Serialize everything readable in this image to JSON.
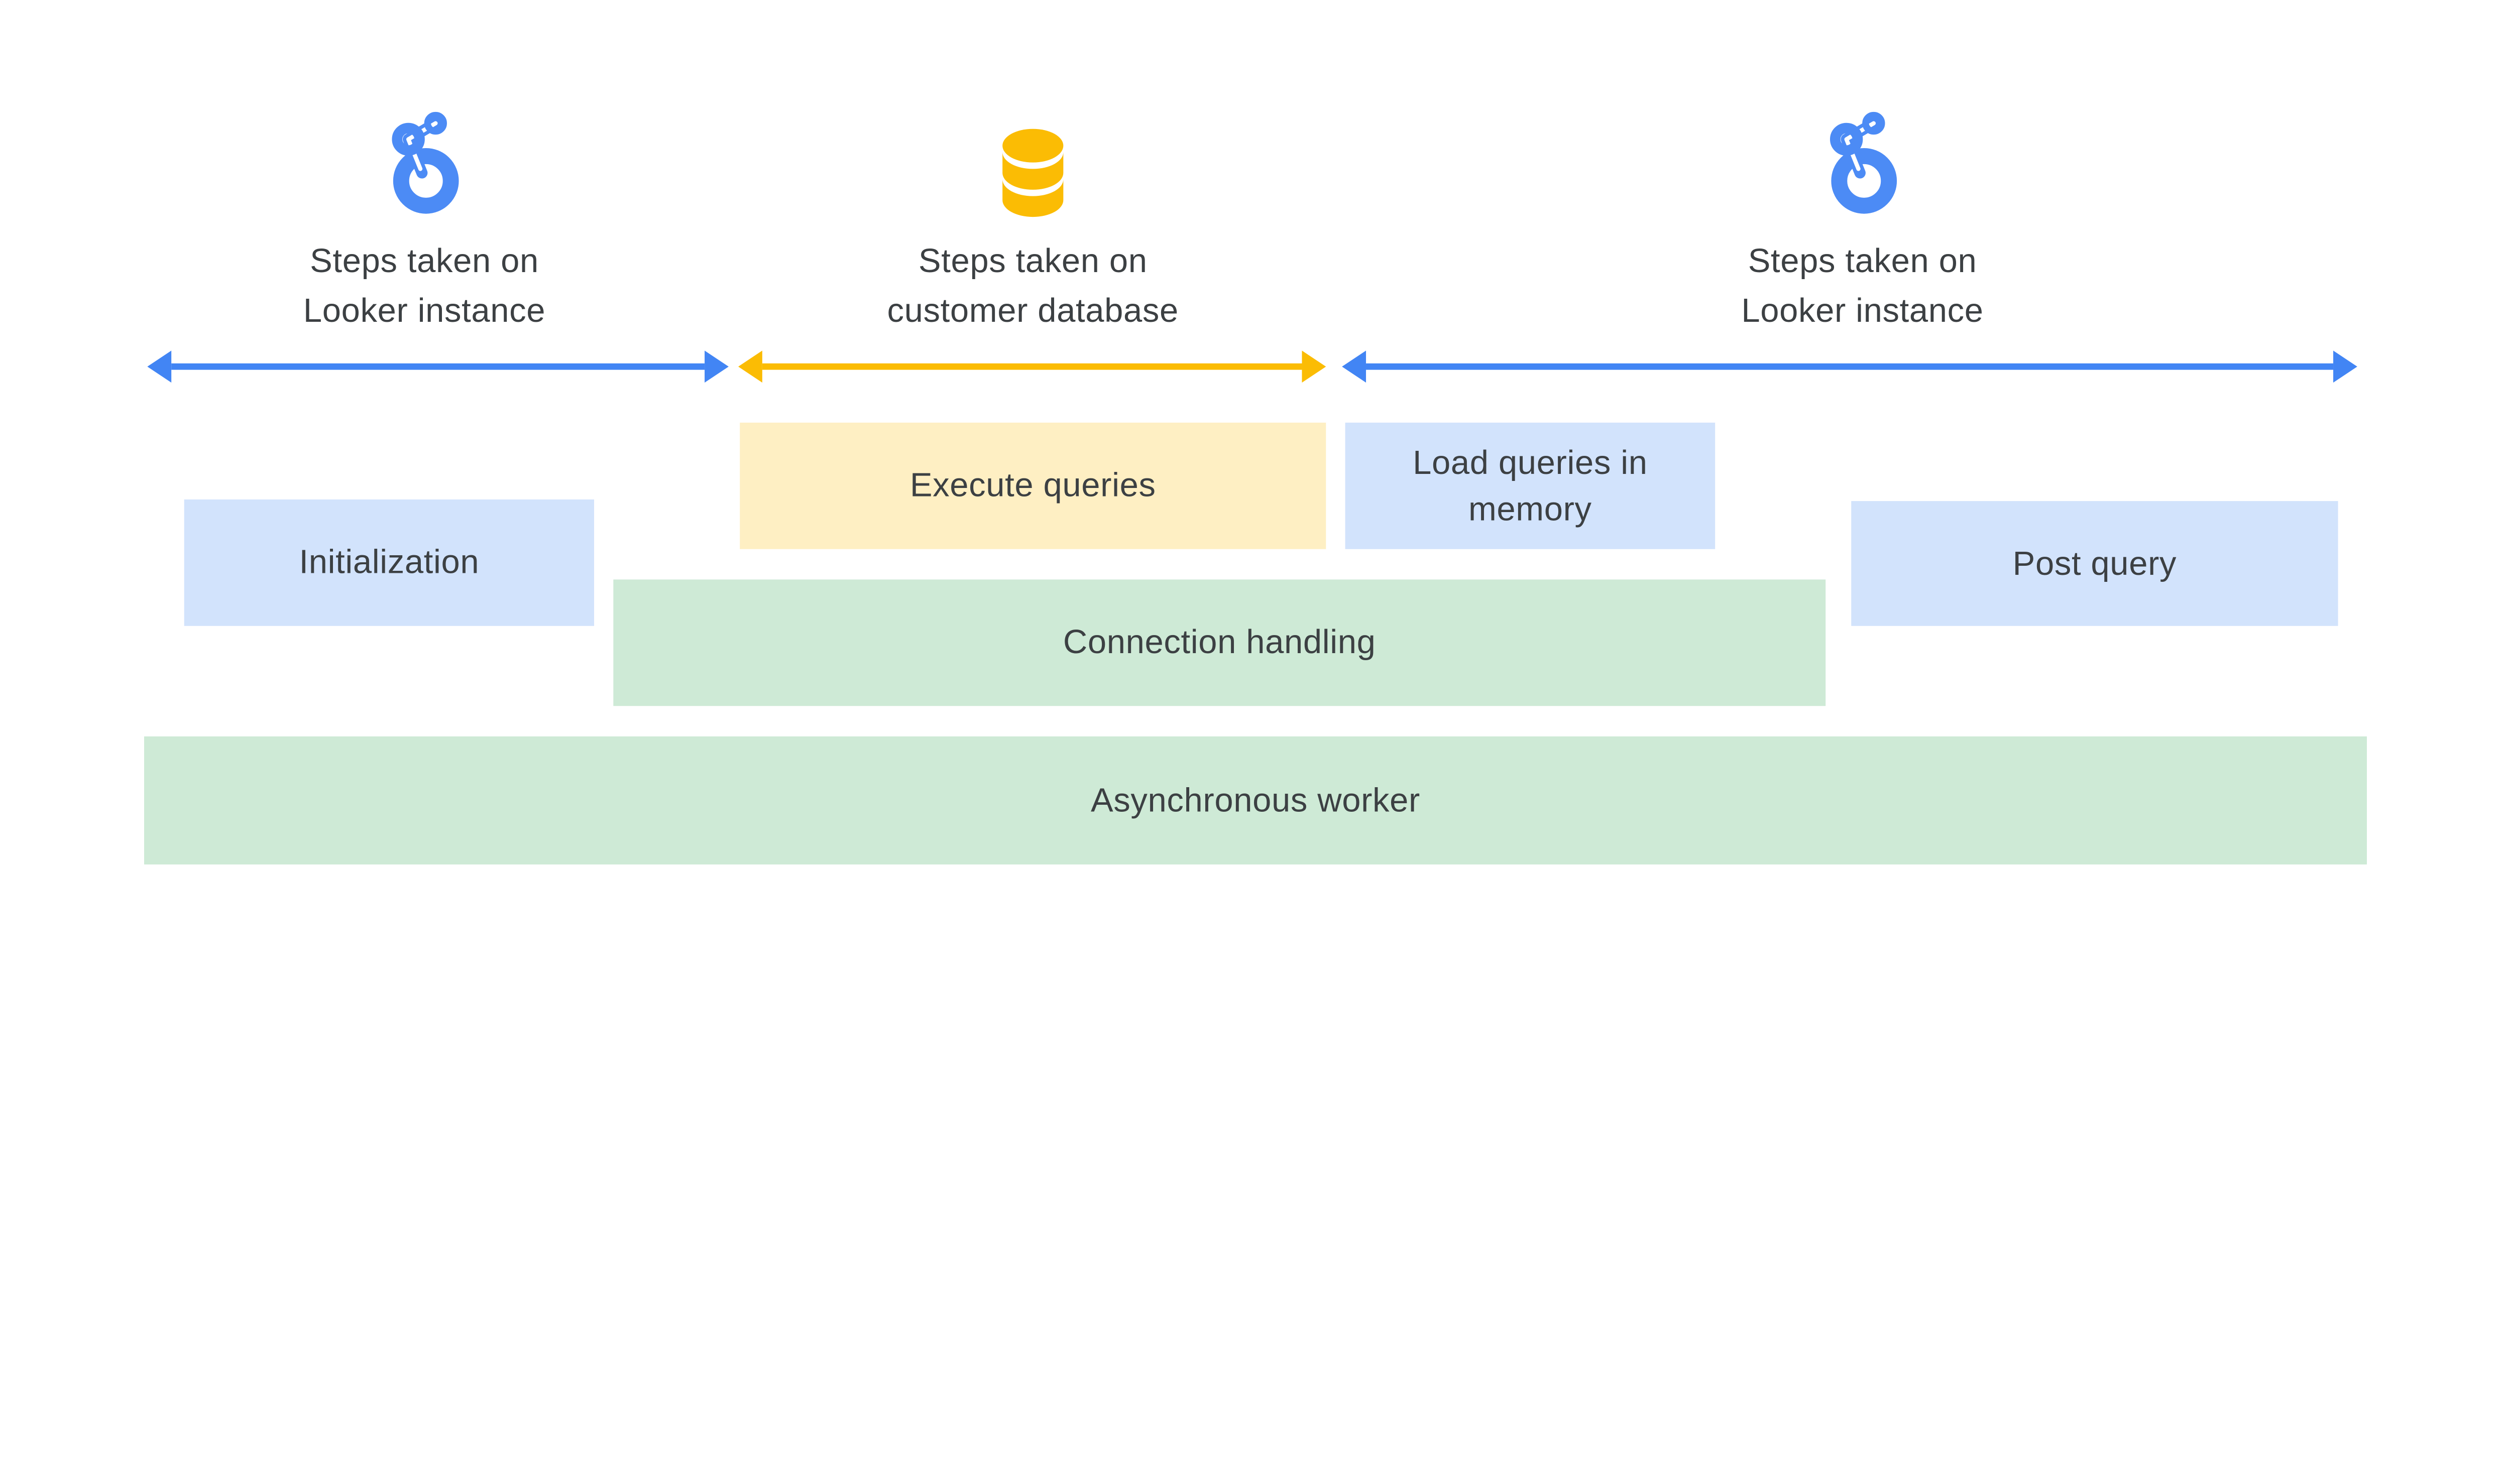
{
  "palette": {
    "background": "#FFFFFF",
    "blue": "#4285F4",
    "looker_blue": "#4C8BF5",
    "yellow": "#FBBC04",
    "light_blue": "#D2E3FC",
    "light_yellow": "#FEEFC3",
    "light_green": "#CEEAD6",
    "text": "#3C4043"
  },
  "legend": {
    "sections": [
      {
        "icon": "looker-icon",
        "line1": "Steps taken on",
        "line2": "Looker instance",
        "arrow_color": "blue"
      },
      {
        "icon": "database-icon",
        "line1": "Steps taken on",
        "line2": "customer database",
        "arrow_color": "yellow"
      },
      {
        "icon": "looker-icon",
        "line1": "Steps taken on",
        "line2": "Looker instance",
        "arrow_color": "blue"
      }
    ]
  },
  "boxes": {
    "execute_queries": "Execute queries",
    "load_queries": "Load queries in memory",
    "initialization": "Initialization",
    "post_query": "Post query",
    "connection_handling": "Connection handling",
    "asynchronous_worker": "Asynchronous worker"
  }
}
